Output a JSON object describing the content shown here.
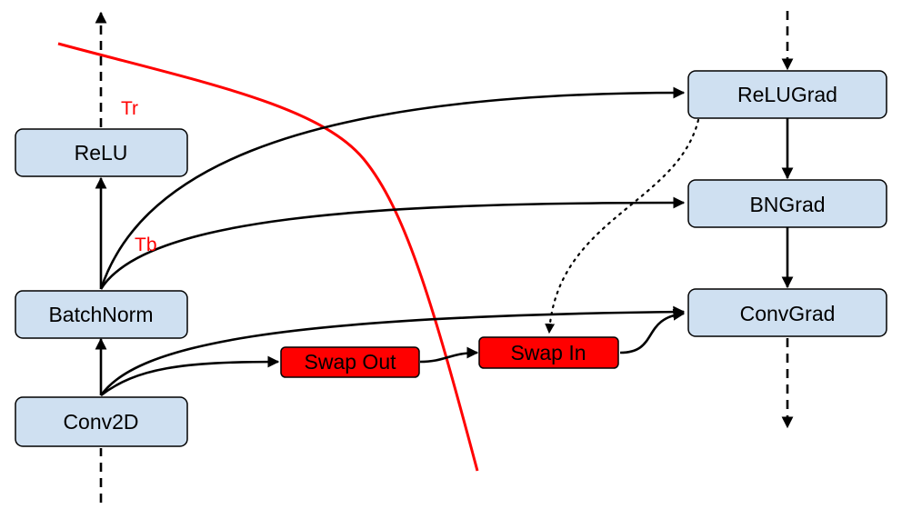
{
  "nodes": {
    "relu": {
      "label": "ReLU"
    },
    "batchnorm": {
      "label": "BatchNorm"
    },
    "conv2d": {
      "label": "Conv2D"
    },
    "relugrad": {
      "label": "ReLUGrad"
    },
    "bngrad": {
      "label": "BNGrad"
    },
    "convgrad": {
      "label": "ConvGrad"
    },
    "swap_out": {
      "label": "Swap Out"
    },
    "swap_in": {
      "label": "Swap In"
    }
  },
  "annotations": {
    "tr": "Tr",
    "tb": "Tb"
  },
  "colors": {
    "node_fill": "#cfe0f1",
    "swap_fill": "#ff0000",
    "red_curve": "#ff0000",
    "edge": "#000000"
  }
}
